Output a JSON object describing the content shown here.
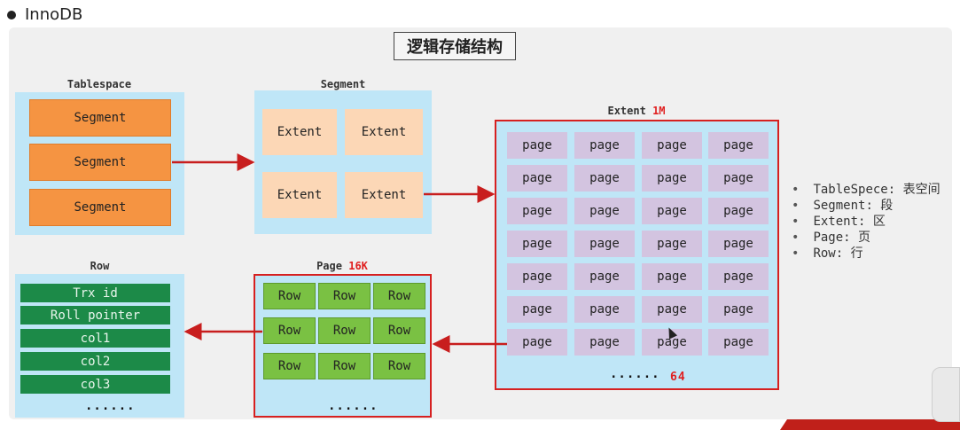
{
  "heading": "InnoDB",
  "title": "逻辑存储结构",
  "tablespace": {
    "label": "Tablespace",
    "segments": [
      "Segment",
      "Segment",
      "Segment"
    ]
  },
  "segment": {
    "label": "Segment",
    "extents": [
      "Extent",
      "Extent",
      "Extent",
      "Extent"
    ]
  },
  "extent": {
    "label": "Extent",
    "size": "1M",
    "page_text": "page",
    "dots": "......",
    "count": "64"
  },
  "page": {
    "label": "Page",
    "size": "16K",
    "row_text": "Row",
    "dots": "......"
  },
  "row": {
    "label": "Row",
    "items": [
      "Trx id",
      "Roll pointer",
      "col1",
      "col2",
      "col3"
    ],
    "dots": "......"
  },
  "legend": [
    "TableSpece: 表空间",
    "Segment: 段",
    "Extent: 区",
    "Page: 页",
    "Row: 行"
  ],
  "colors": {
    "segment": "#f59442",
    "extent": "#fcd7b6",
    "page": "#d3c4e0",
    "row": "#7ac143",
    "row_item": "#1c8a48",
    "container": "#bfe6f7",
    "accent_red": "#d62020"
  }
}
